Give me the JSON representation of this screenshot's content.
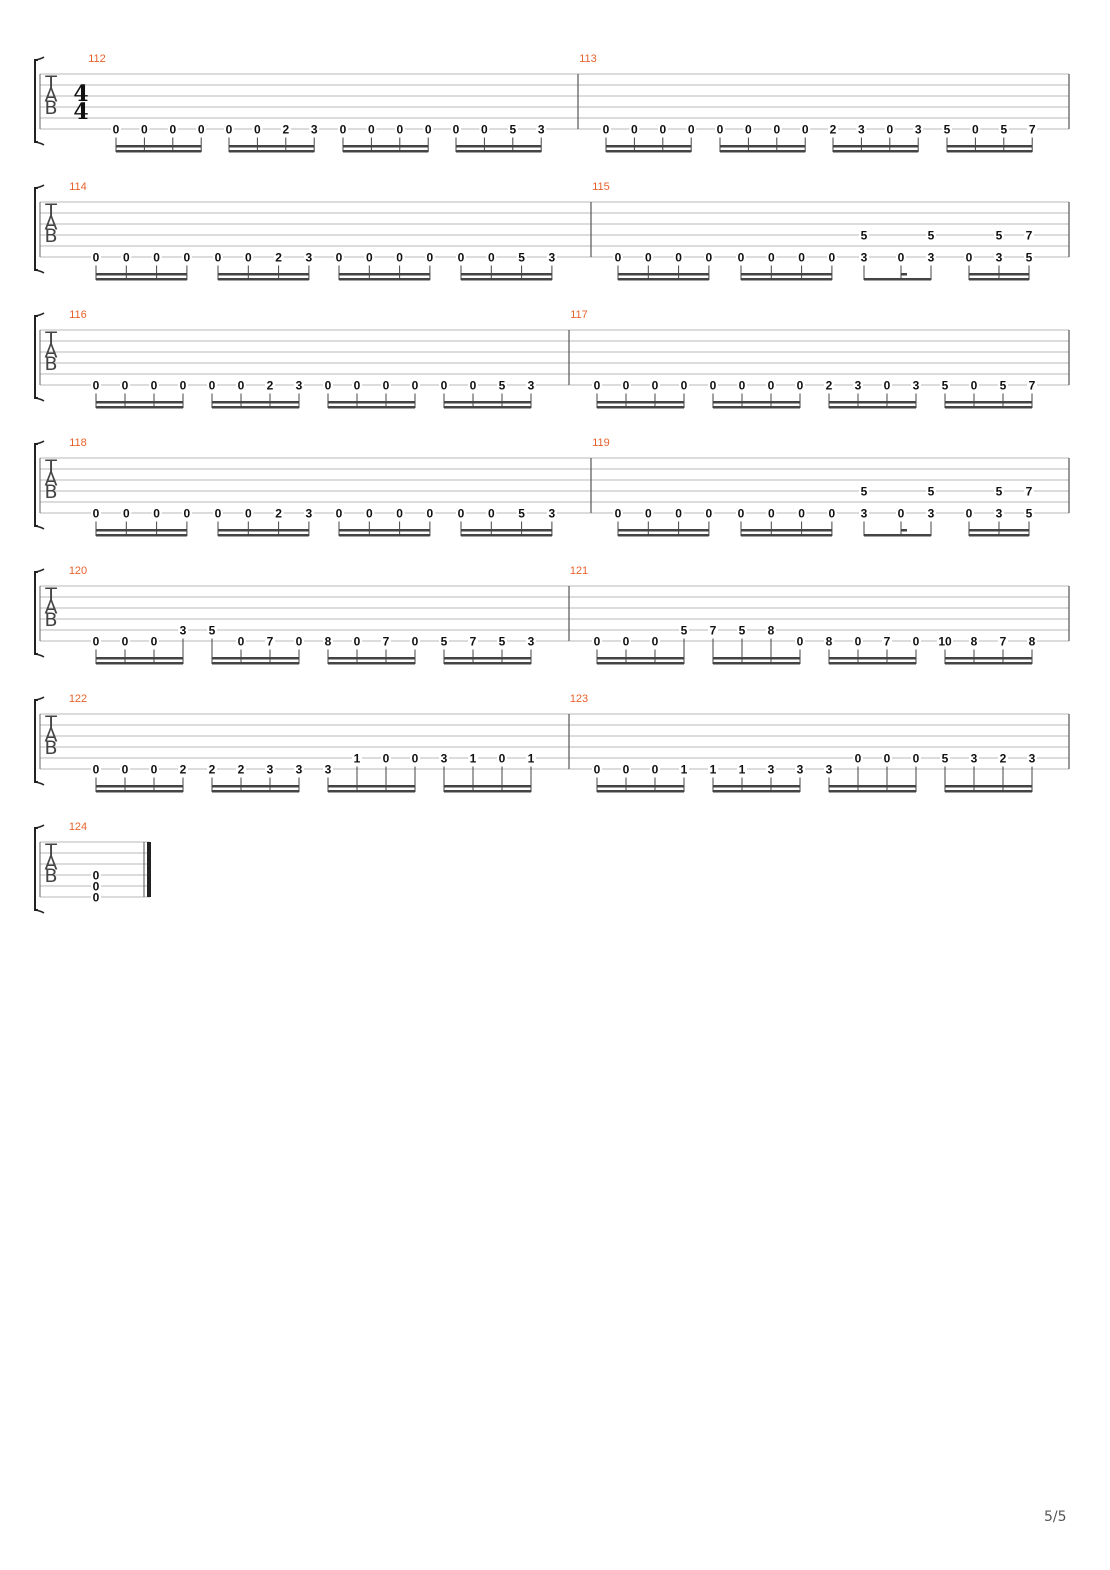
{
  "page": {
    "number": "5/5"
  },
  "colors": {
    "measure_number": "#e8622c",
    "staff_line": "#b8b8b8",
    "text": "#111111",
    "beam": "#444444"
  },
  "tab_clef": [
    "T",
    "A",
    "B"
  ],
  "time_signature": {
    "numerator": "4",
    "denominator": "4"
  },
  "systems": [
    {
      "measures": [
        {
          "number": "112",
          "time_sig": true,
          "groups": [
            [
              "0",
              "0",
              "0",
              "0"
            ],
            [
              "0",
              "0",
              "2",
              "3"
            ],
            [
              "0",
              "0",
              "0",
              "0"
            ],
            [
              "0",
              "0",
              "5",
              "3"
            ]
          ]
        },
        {
          "number": "113",
          "groups": [
            [
              "0",
              "0",
              "0",
              "0"
            ],
            [
              "0",
              "0",
              "0",
              "0"
            ],
            [
              "2",
              "3",
              "0",
              "3"
            ],
            [
              "5",
              "0",
              "5",
              "7"
            ]
          ]
        }
      ]
    },
    {
      "measures": [
        {
          "number": "114",
          "groups": [
            [
              "0",
              "0",
              "0",
              "0"
            ],
            [
              "0",
              "0",
              "2",
              "3"
            ],
            [
              "0",
              "0",
              "0",
              "0"
            ],
            [
              "0",
              "0",
              "5",
              "3"
            ]
          ]
        },
        {
          "number": "115",
          "groups": [
            [
              "0",
              "0",
              "0",
              "0"
            ],
            [
              "0",
              "0",
              "0",
              "0"
            ],
            {
              "chords": [
                {
                  "high": "5",
                  "low": "3"
                },
                {
                  "low": "0"
                },
                {
                  "high": "5",
                  "low": "3"
                }
              ],
              "beam": "eighth-dotted"
            },
            {
              "chords": [
                {
                  "low": "0"
                },
                {
                  "high": "5",
                  "low": "3"
                },
                {
                  "high": "7",
                  "low": "5"
                }
              ],
              "beam": "sixteenth"
            }
          ]
        }
      ]
    },
    {
      "measures": [
        {
          "number": "116",
          "groups": [
            [
              "0",
              "0",
              "0",
              "0"
            ],
            [
              "0",
              "0",
              "2",
              "3"
            ],
            [
              "0",
              "0",
              "0",
              "0"
            ],
            [
              "0",
              "0",
              "5",
              "3"
            ]
          ]
        },
        {
          "number": "117",
          "groups": [
            [
              "0",
              "0",
              "0",
              "0"
            ],
            [
              "0",
              "0",
              "0",
              "0"
            ],
            [
              "2",
              "3",
              "0",
              "3"
            ],
            [
              "5",
              "0",
              "5",
              "7"
            ]
          ]
        }
      ]
    },
    {
      "measures": [
        {
          "number": "118",
          "groups": [
            [
              "0",
              "0",
              "0",
              "0"
            ],
            [
              "0",
              "0",
              "2",
              "3"
            ],
            [
              "0",
              "0",
              "0",
              "0"
            ],
            [
              "0",
              "0",
              "5",
              "3"
            ]
          ]
        },
        {
          "number": "119",
          "groups": [
            [
              "0",
              "0",
              "0",
              "0"
            ],
            [
              "0",
              "0",
              "0",
              "0"
            ],
            {
              "chords": [
                {
                  "high": "5",
                  "low": "3"
                },
                {
                  "low": "0"
                },
                {
                  "high": "5",
                  "low": "3"
                }
              ],
              "beam": "eighth-dotted"
            },
            {
              "chords": [
                {
                  "low": "0"
                },
                {
                  "high": "5",
                  "low": "3"
                },
                {
                  "high": "7",
                  "low": "5"
                }
              ],
              "beam": "sixteenth"
            }
          ]
        }
      ]
    },
    {
      "measures": [
        {
          "number": "120",
          "groups": [
            [
              {
                "s": 6,
                "f": "0"
              },
              {
                "s": 6,
                "f": "0"
              },
              {
                "s": 6,
                "f": "0"
              },
              {
                "s": 5,
                "f": "3"
              }
            ],
            [
              {
                "s": 5,
                "f": "5"
              },
              {
                "s": 6,
                "f": "0"
              },
              {
                "s": 6,
                "f": "7"
              },
              {
                "s": 6,
                "f": "0"
              }
            ],
            [
              {
                "s": 6,
                "f": "8"
              },
              {
                "s": 6,
                "f": "0"
              },
              {
                "s": 6,
                "f": "7"
              },
              {
                "s": 6,
                "f": "0"
              }
            ],
            [
              {
                "s": 6,
                "f": "5"
              },
              {
                "s": 6,
                "f": "7"
              },
              {
                "s": 6,
                "f": "5"
              },
              {
                "s": 6,
                "f": "3"
              }
            ]
          ]
        },
        {
          "number": "121",
          "groups": [
            [
              {
                "s": 6,
                "f": "0"
              },
              {
                "s": 6,
                "f": "0"
              },
              {
                "s": 6,
                "f": "0"
              },
              {
                "s": 5,
                "f": "5"
              }
            ],
            [
              {
                "s": 5,
                "f": "7"
              },
              {
                "s": 5,
                "f": "5"
              },
              {
                "s": 5,
                "f": "8"
              },
              {
                "s": 6,
                "f": "0"
              }
            ],
            [
              {
                "s": 6,
                "f": "8"
              },
              {
                "s": 6,
                "f": "0"
              },
              {
                "s": 6,
                "f": "7"
              },
              {
                "s": 6,
                "f": "0"
              }
            ],
            [
              {
                "s": 6,
                "f": "10"
              },
              {
                "s": 6,
                "f": "8"
              },
              {
                "s": 6,
                "f": "7"
              },
              {
                "s": 6,
                "f": "8"
              }
            ]
          ]
        }
      ]
    },
    {
      "measures": [
        {
          "number": "122",
          "groups": [
            [
              {
                "s": 6,
                "f": "0"
              },
              {
                "s": 6,
                "f": "0"
              },
              {
                "s": 6,
                "f": "0"
              },
              {
                "s": 6,
                "f": "2"
              }
            ],
            [
              {
                "s": 6,
                "f": "2"
              },
              {
                "s": 6,
                "f": "2"
              },
              {
                "s": 6,
                "f": "3"
              },
              {
                "s": 6,
                "f": "3"
              }
            ],
            [
              {
                "s": 6,
                "f": "3"
              },
              {
                "s": 5,
                "f": "1"
              },
              {
                "s": 5,
                "f": "0"
              },
              {
                "s": 5,
                "f": "0"
              }
            ],
            [
              {
                "s": 5,
                "f": "3"
              },
              {
                "s": 5,
                "f": "1"
              },
              {
                "s": 5,
                "f": "0"
              },
              {
                "s": 5,
                "f": "1"
              }
            ]
          ]
        },
        {
          "number": "123",
          "groups": [
            [
              {
                "s": 6,
                "f": "0"
              },
              {
                "s": 6,
                "f": "0"
              },
              {
                "s": 6,
                "f": "0"
              },
              {
                "s": 6,
                "f": "1"
              }
            ],
            [
              {
                "s": 6,
                "f": "1"
              },
              {
                "s": 6,
                "f": "1"
              },
              {
                "s": 6,
                "f": "3"
              },
              {
                "s": 6,
                "f": "3"
              }
            ],
            [
              {
                "s": 6,
                "f": "3"
              },
              {
                "s": 5,
                "f": "0"
              },
              {
                "s": 5,
                "f": "0"
              },
              {
                "s": 5,
                "f": "0"
              }
            ],
            [
              {
                "s": 5,
                "f": "5"
              },
              {
                "s": 5,
                "f": "3"
              },
              {
                "s": 5,
                "f": "2"
              },
              {
                "s": 5,
                "f": "3"
              }
            ]
          ]
        }
      ]
    },
    {
      "final": true,
      "measures": [
        {
          "number": "124",
          "chord": [
            "0",
            "0",
            "0"
          ]
        }
      ]
    }
  ]
}
